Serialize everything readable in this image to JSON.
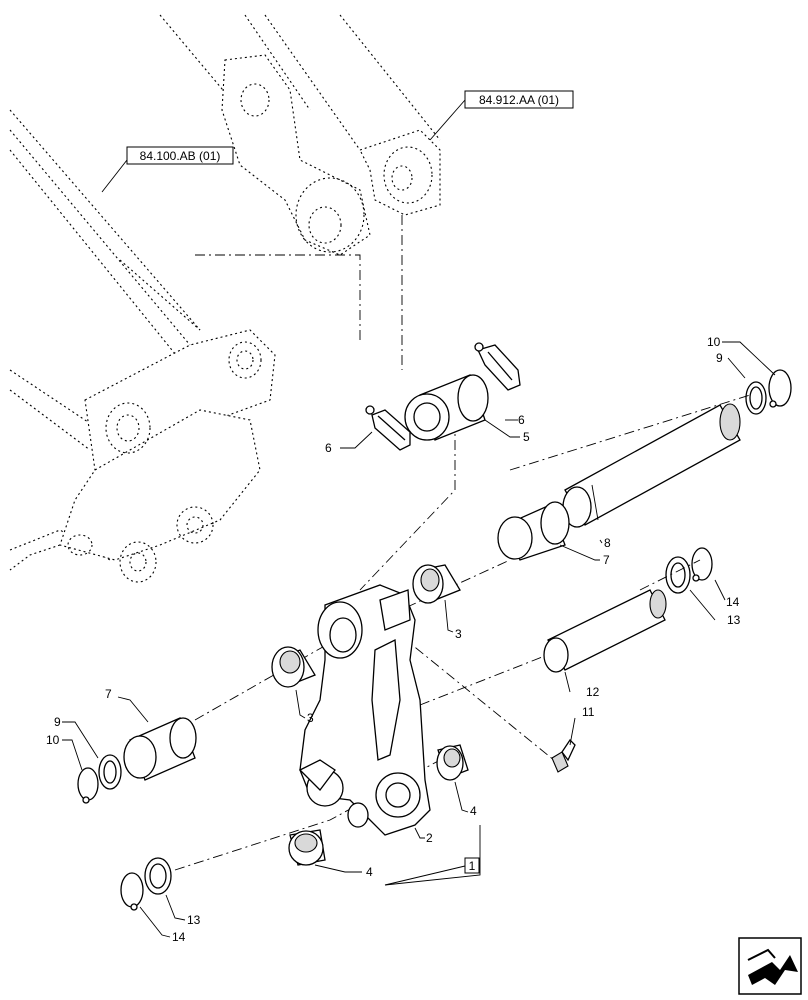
{
  "references": [
    {
      "id": "ref-84-100",
      "label": "84.100.AB (01)"
    },
    {
      "id": "ref-84-912",
      "label": "84.912.AA (01)"
    }
  ],
  "callouts": {
    "c10_top": "10",
    "c9_top": "9",
    "c6_left": "6",
    "c6_right": "6",
    "c5": "5",
    "c8": "8",
    "c7_right": "7",
    "c14_right": "14",
    "c13_right": "13",
    "c3_upper": "3",
    "c12": "12",
    "c11": "11",
    "c7_left": "7",
    "c3_left": "3",
    "c9_left": "9",
    "c10_left": "10",
    "c4_right": "4",
    "c2": "2",
    "c4_lower": "4",
    "c13_left": "13",
    "c14_left": "14"
  },
  "assembly_label": "1",
  "nav_icon": "next-page-arrow-icon"
}
